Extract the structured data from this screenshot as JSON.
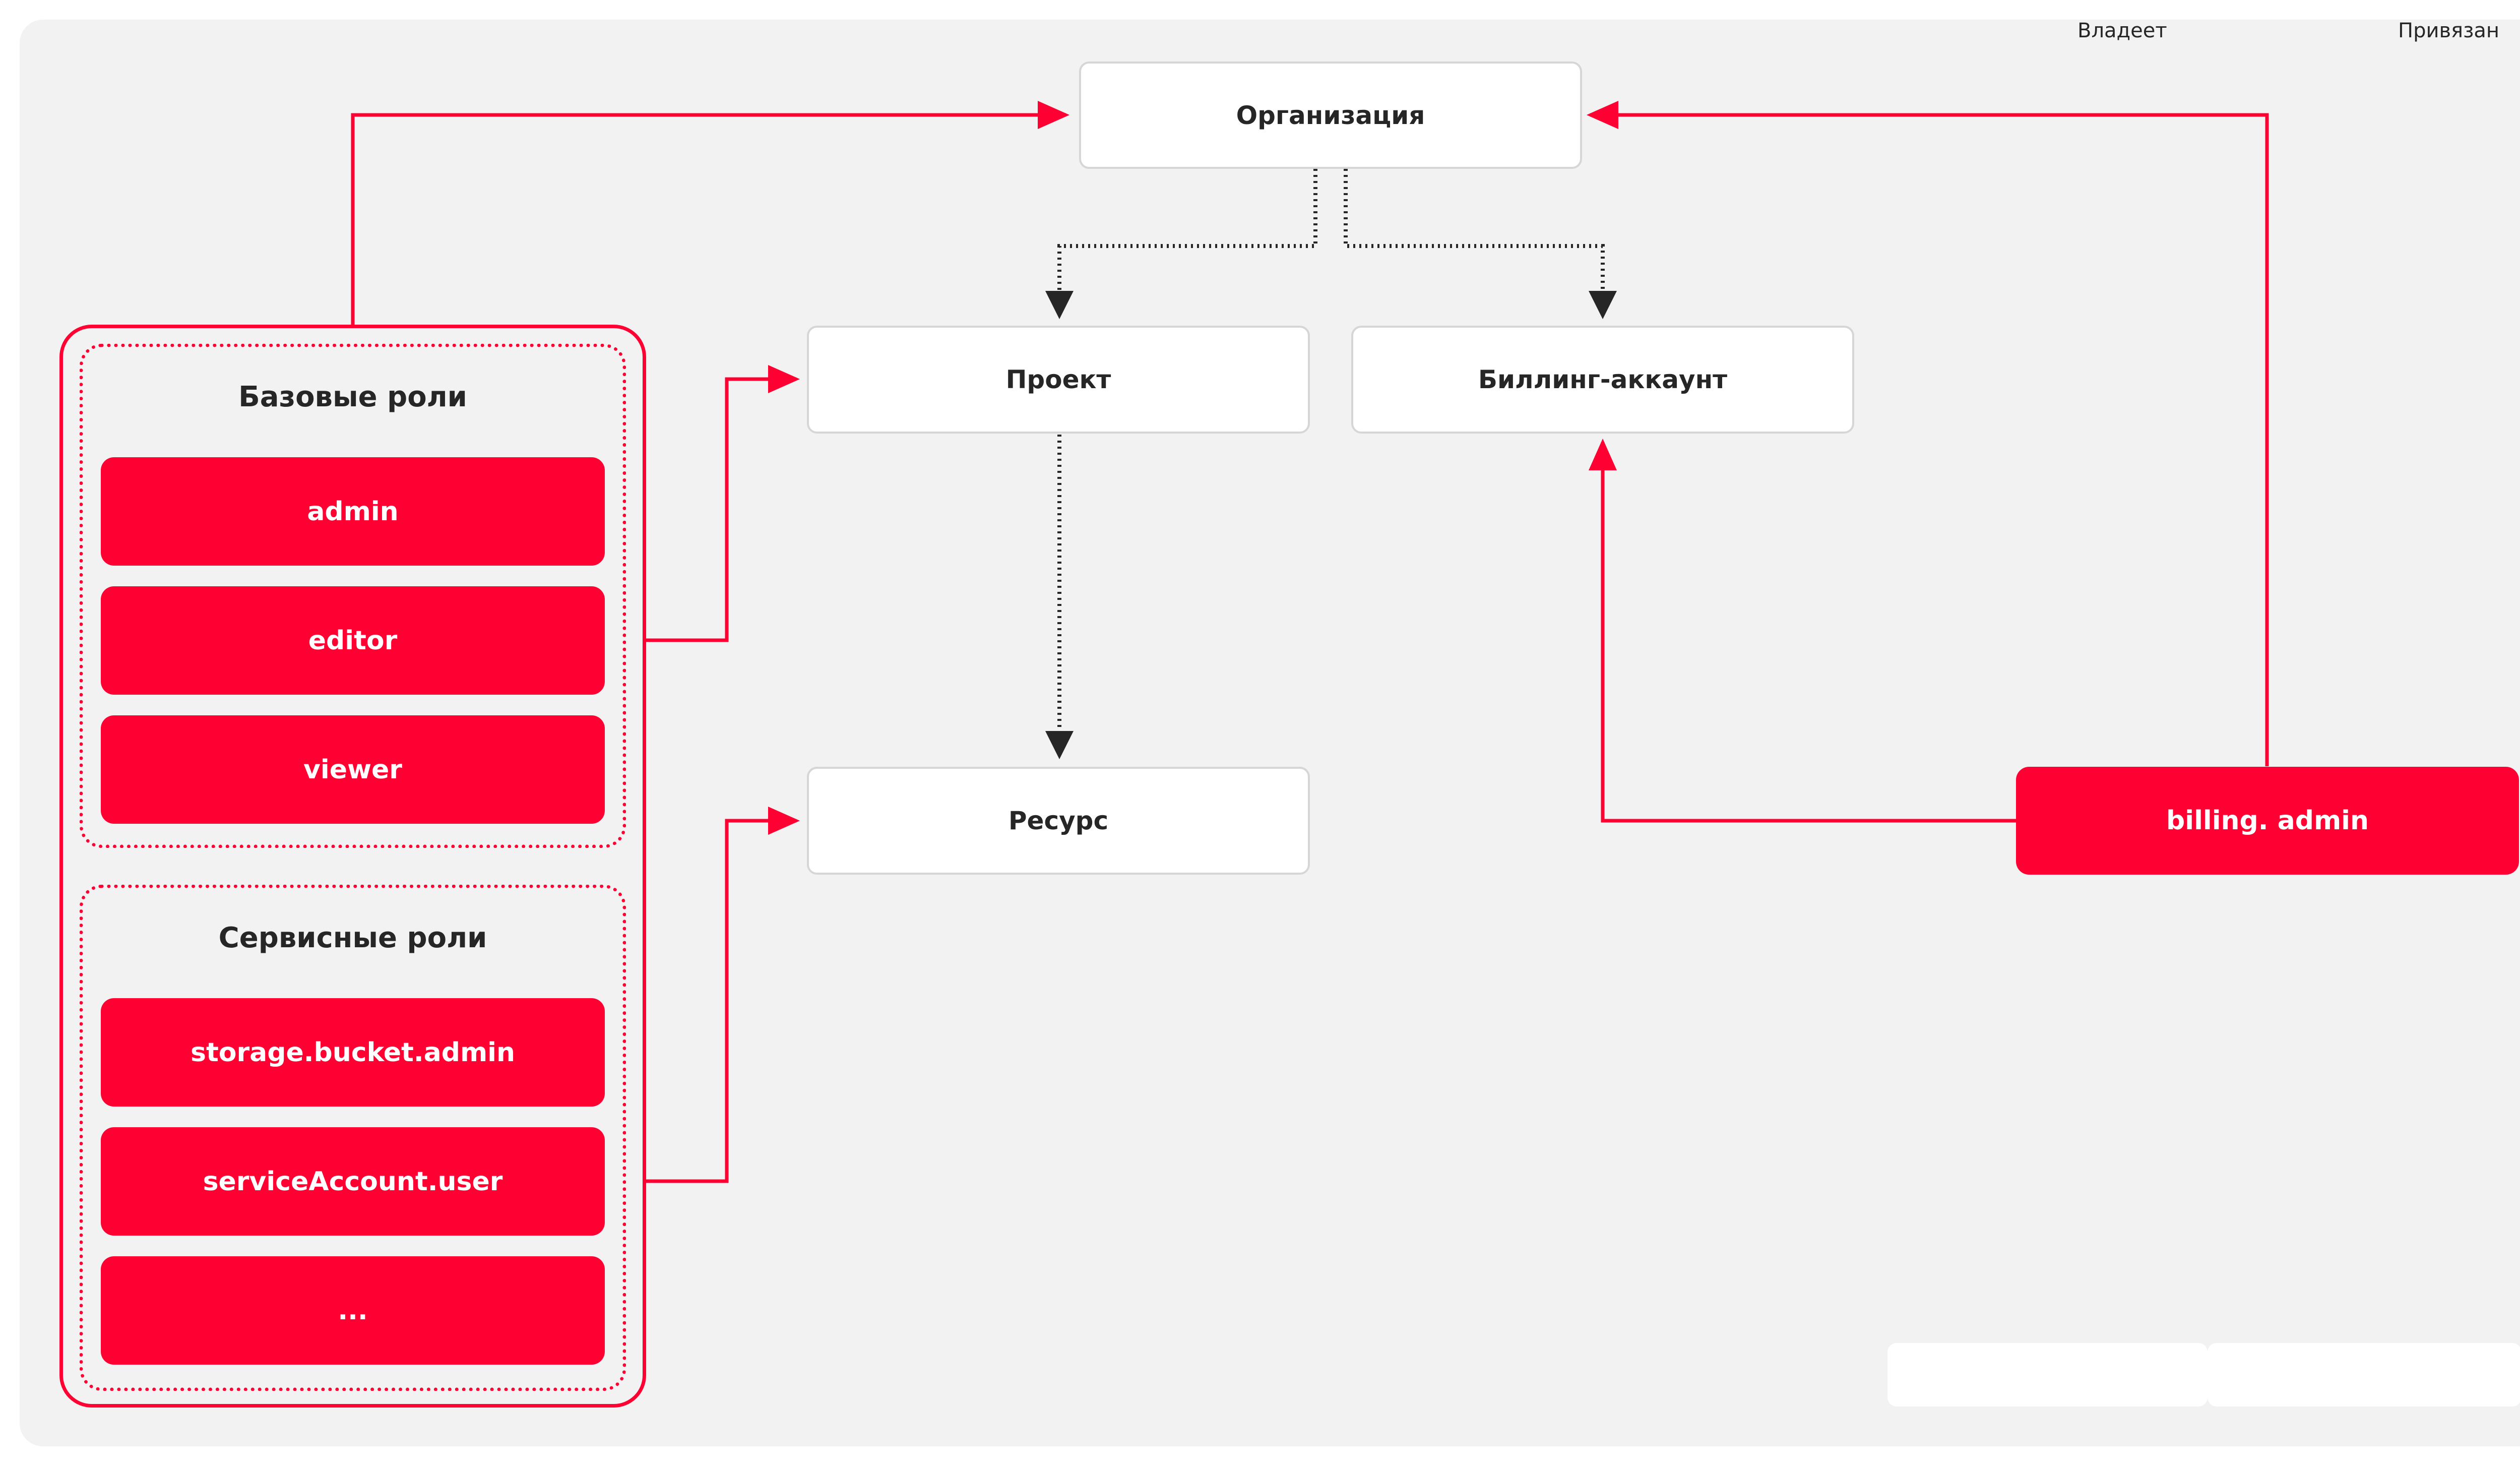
{
  "colors": {
    "accent": "#ff0033",
    "canvas": "#f2f2f2",
    "text": "#262626",
    "owns_line": "#262626",
    "node_border": "#d6d6d6"
  },
  "nodes": {
    "organization": "Организация",
    "project": "Проект",
    "billing_account": "Биллинг-аккаунт",
    "resource": "Ресурс"
  },
  "roles": {
    "basic_title": "Базовые роли",
    "basic": [
      "admin",
      "editor",
      "viewer"
    ],
    "service_title": "Сервисные роли",
    "service": [
      "storage.bucket.admin",
      "serviceAccount.user",
      "..."
    ],
    "billing_admin": "billing. admin"
  },
  "legend": {
    "owns": "Владеет",
    "bound": "Привязан"
  }
}
